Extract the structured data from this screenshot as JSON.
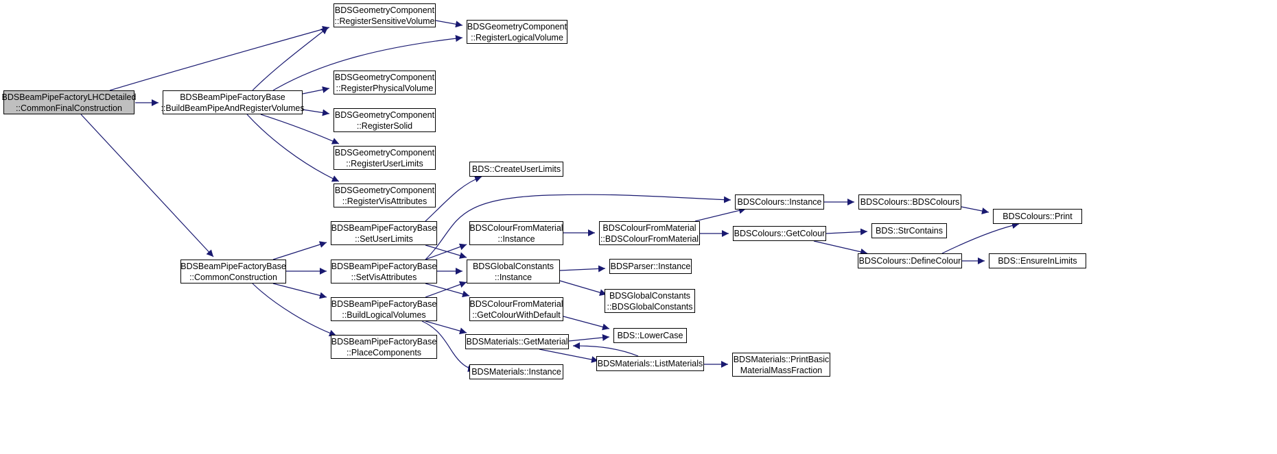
{
  "colors": {
    "edge": "#191970",
    "root_fill": "#bfbfbf",
    "node_fill": "#ffffff",
    "border": "#000000"
  },
  "nodes": {
    "root": [
      "BDSBeamPipeFactoryLHCDetailed",
      "::CommonFinalConstruction"
    ],
    "build_beampipe": [
      "BDSBeamPipeFactoryBase",
      "::BuildBeamPipeAndRegisterVolumes"
    ],
    "common_construction": [
      "BDSBeamPipeFactoryBase",
      "::CommonConstruction"
    ],
    "reg_sensitive": [
      "BDSGeometryComponent",
      "::RegisterSensitiveVolume"
    ],
    "reg_logical": [
      "BDSGeometryComponent",
      "::RegisterLogicalVolume"
    ],
    "reg_physical": [
      "BDSGeometryComponent",
      "::RegisterPhysicalVolume"
    ],
    "reg_solid": [
      "BDSGeometryComponent",
      "::RegisterSolid"
    ],
    "reg_userlimits": [
      "BDSGeometryComponent",
      "::RegisterUserLimits"
    ],
    "reg_visattr": [
      "BDSGeometryComponent",
      "::RegisterVisAttributes"
    ],
    "set_userlimits": [
      "BDSBeamPipeFactoryBase",
      "::SetUserLimits"
    ],
    "set_visattr": [
      "BDSBeamPipeFactoryBase",
      "::SetVisAttributes"
    ],
    "build_logical": [
      "BDSBeamPipeFactoryBase",
      "::BuildLogicalVolumes"
    ],
    "place_components": [
      "BDSBeamPipeFactoryBase",
      "::PlaceComponents"
    ],
    "create_userlimits": [
      "BDS::CreateUserLimits"
    ],
    "cfm_instance": [
      "BDSColourFromMaterial",
      "::Instance"
    ],
    "global_instance": [
      "BDSGlobalConstants",
      "::Instance"
    ],
    "cfm_getcolour": [
      "BDSColourFromMaterial",
      "::GetColourWithDefault"
    ],
    "mat_getmaterial": [
      "BDSMaterials::GetMaterial"
    ],
    "mat_instance": [
      "BDSMaterials::Instance"
    ],
    "cfm_ctor": [
      "BDSColourFromMaterial",
      "::BDSColourFromMaterial"
    ],
    "parser_instance": [
      "BDSParser::Instance"
    ],
    "global_ctor": [
      "BDSGlobalConstants",
      "::BDSGlobalConstants"
    ],
    "lowercase": [
      "BDS::LowerCase"
    ],
    "mat_list": [
      "BDSMaterials::ListMaterials"
    ],
    "col_instance": [
      "BDSColours::Instance"
    ],
    "col_getcolour": [
      "BDSColours::GetColour"
    ],
    "mat_printbasic": [
      "BDSMaterials::PrintBasic",
      "MaterialMassFraction"
    ],
    "col_ctor": [
      "BDSColours::BDSColours"
    ],
    "strcontains": [
      "BDS::StrContains"
    ],
    "col_define": [
      "BDSColours::DefineColour"
    ],
    "col_print": [
      "BDSColours::Print"
    ],
    "ensureinlimits": [
      "BDS::EnsureInLimits"
    ]
  }
}
